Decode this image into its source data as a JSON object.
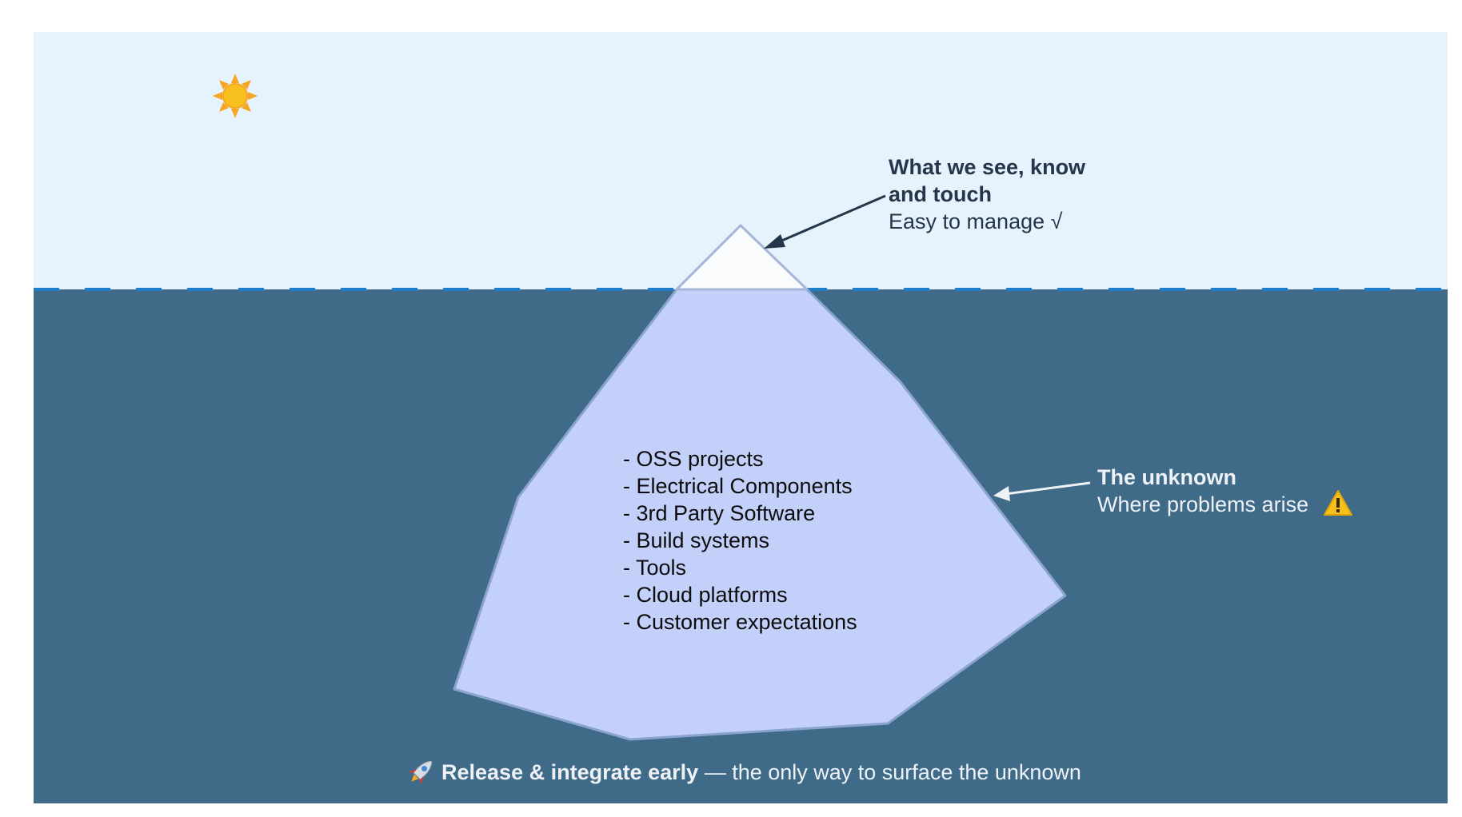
{
  "sky": {
    "color": "#E6F2FC",
    "sun_icon": "sun-icon"
  },
  "water": {
    "color": "#3F6B89",
    "waterline_color": "#1E7EC8"
  },
  "iceberg": {
    "tip_fill": "#FAFBFD",
    "body_fill": "#C2D0FA",
    "outline": "#8BA4CF",
    "hidden_items": [
      "- OSS projects",
      "- Electrical Components",
      "- 3rd Party Software",
      "- Build systems",
      "- Tools",
      "- Cloud platforms",
      "- Customer expectations"
    ]
  },
  "visible_callout": {
    "title_line1": "What we see, know",
    "title_line2": "and touch",
    "subtitle": "Easy to manage √",
    "color": "#24364A"
  },
  "unknown_callout": {
    "title": "The unknown",
    "subtitle": "Where problems arise",
    "icon": "warning-icon",
    "color": "#EEF2F7"
  },
  "footer": {
    "icon": "rocket-icon",
    "bold": "Release & integrate early",
    "rest": " — the only way to surface the unknown"
  }
}
